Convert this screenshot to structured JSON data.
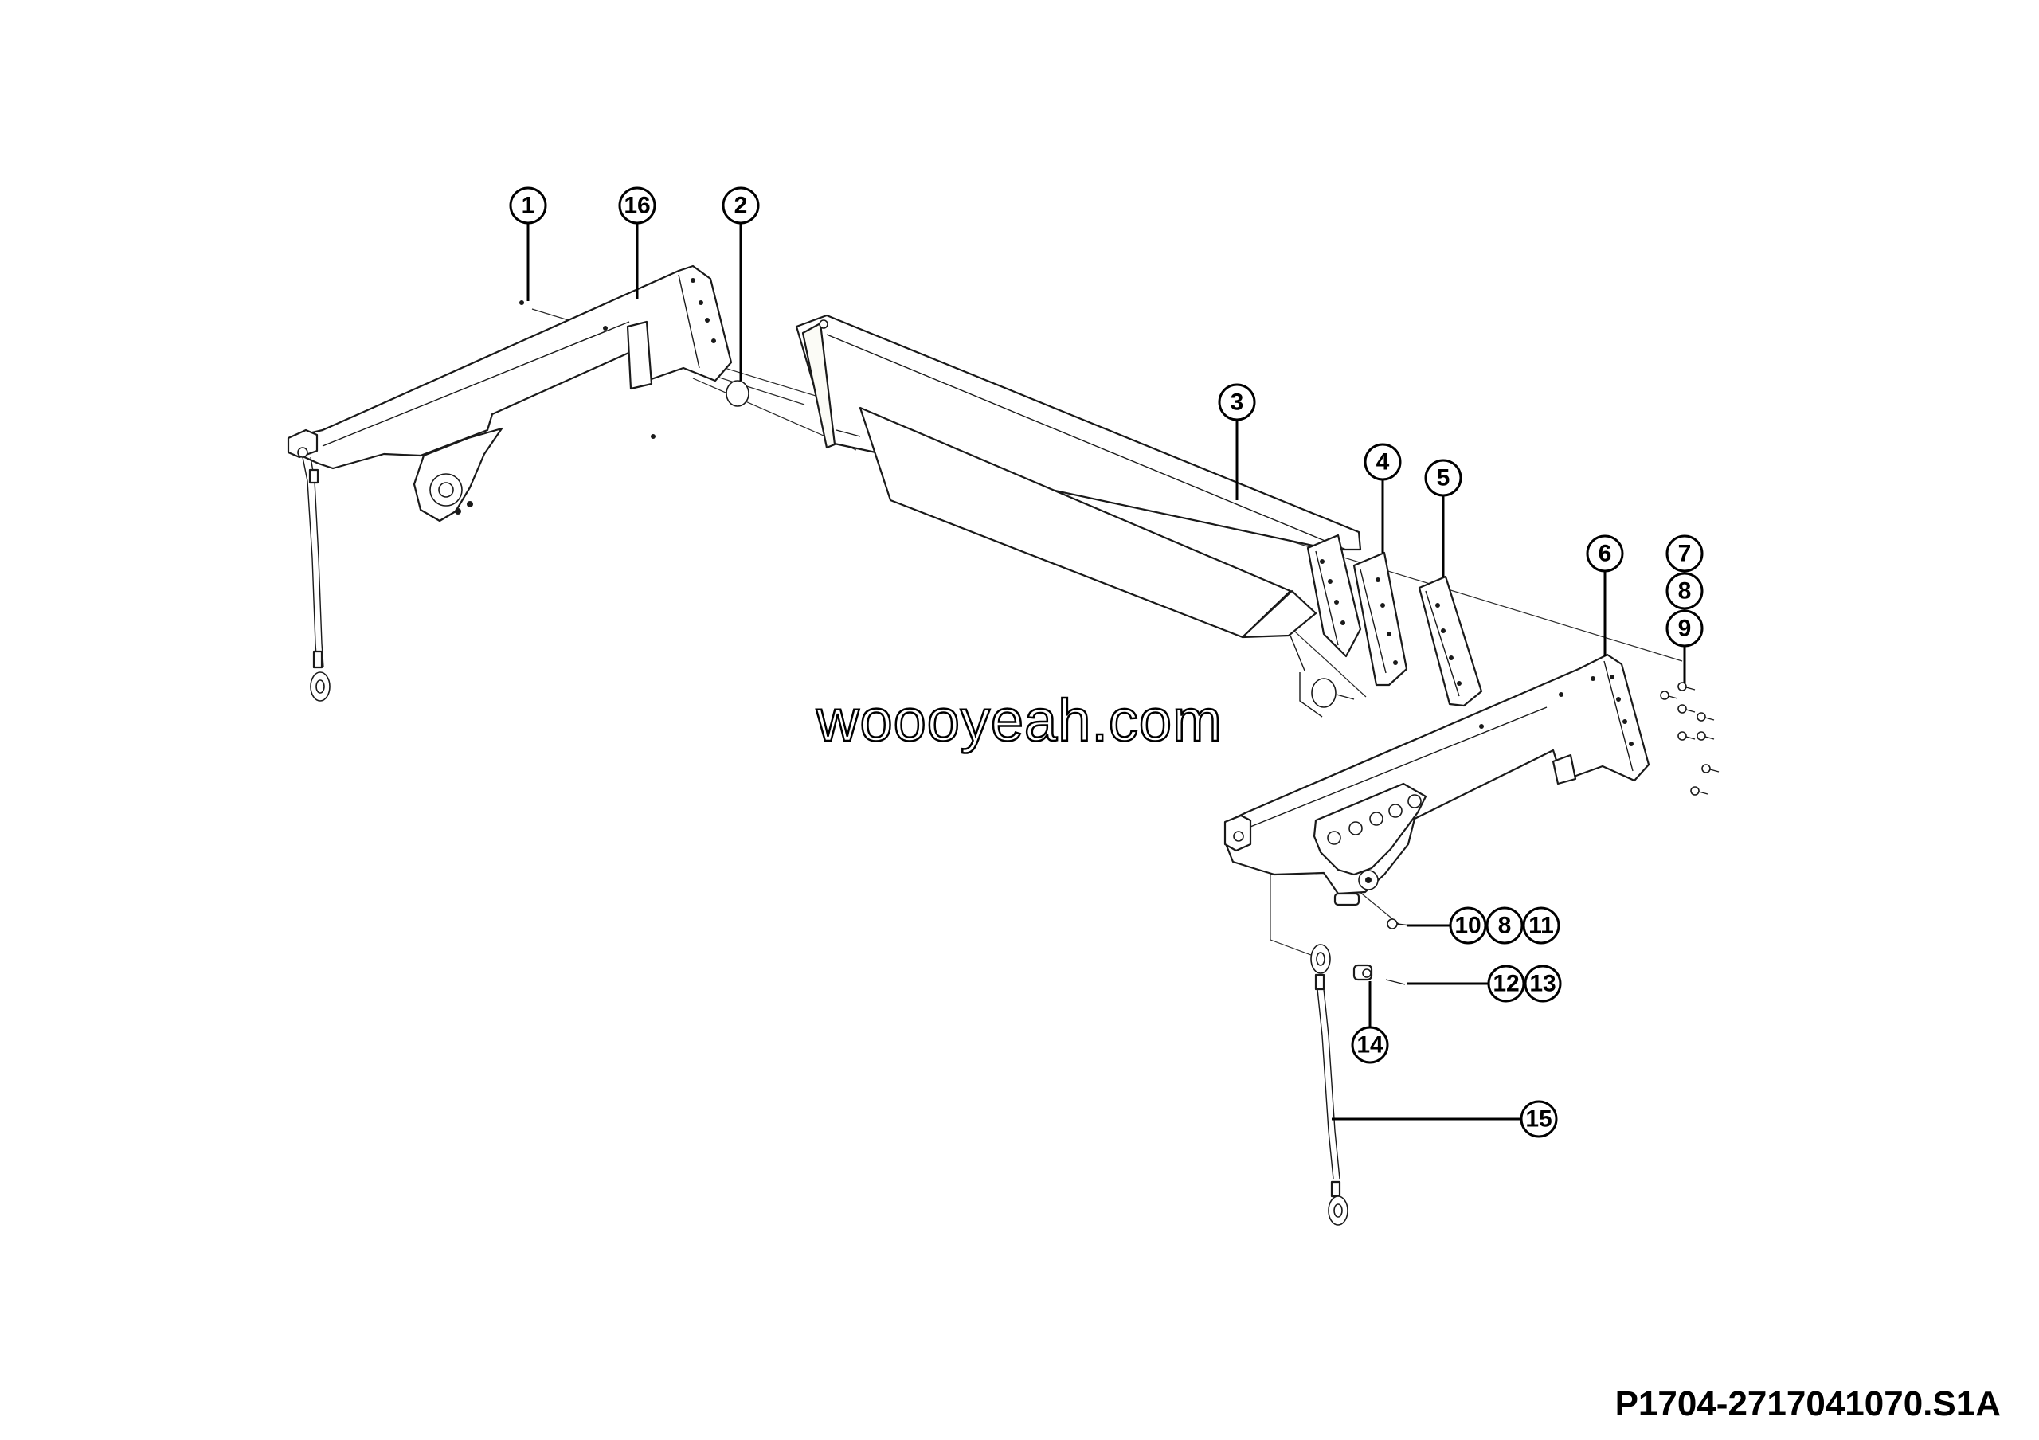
{
  "diagram": {
    "callouts": [
      "1",
      "16",
      "2",
      "3",
      "4",
      "5",
      "6",
      "7",
      "8",
      "9",
      "10",
      "8",
      "11",
      "12",
      "13",
      "14",
      "15"
    ]
  },
  "watermark": "woooyeah.com",
  "drawing_number": "P1704-2717041070.S1A"
}
